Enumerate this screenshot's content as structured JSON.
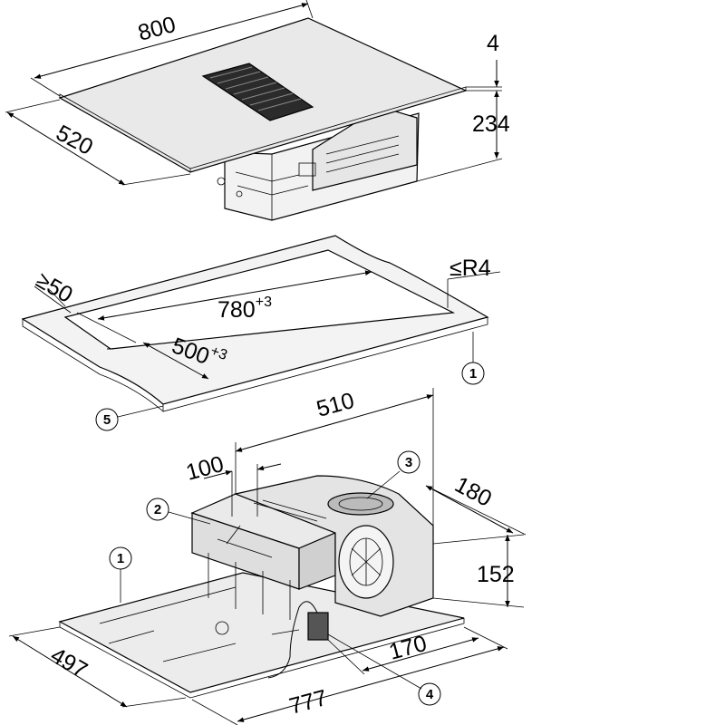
{
  "diagram": {
    "dimensions": {
      "top_width": "800",
      "top_depth": "520",
      "glass_thickness": "4",
      "total_height": "234",
      "min_edge": "≥50",
      "cutout_width": "780",
      "cutout_width_tol": "+3",
      "cutout_depth": "500",
      "cutout_depth_tol": "+3",
      "corner_radius": "≤R4",
      "motor_width": "510",
      "outlet_offset": "100",
      "motor_depth": "180",
      "motor_height": "152",
      "base_depth": "497",
      "base_width": "777",
      "connector_offset": "170"
    },
    "callouts": {
      "c1a": "1",
      "c1b": "1",
      "c2": "2",
      "c3": "3",
      "c4": "4",
      "c5": "5"
    }
  }
}
